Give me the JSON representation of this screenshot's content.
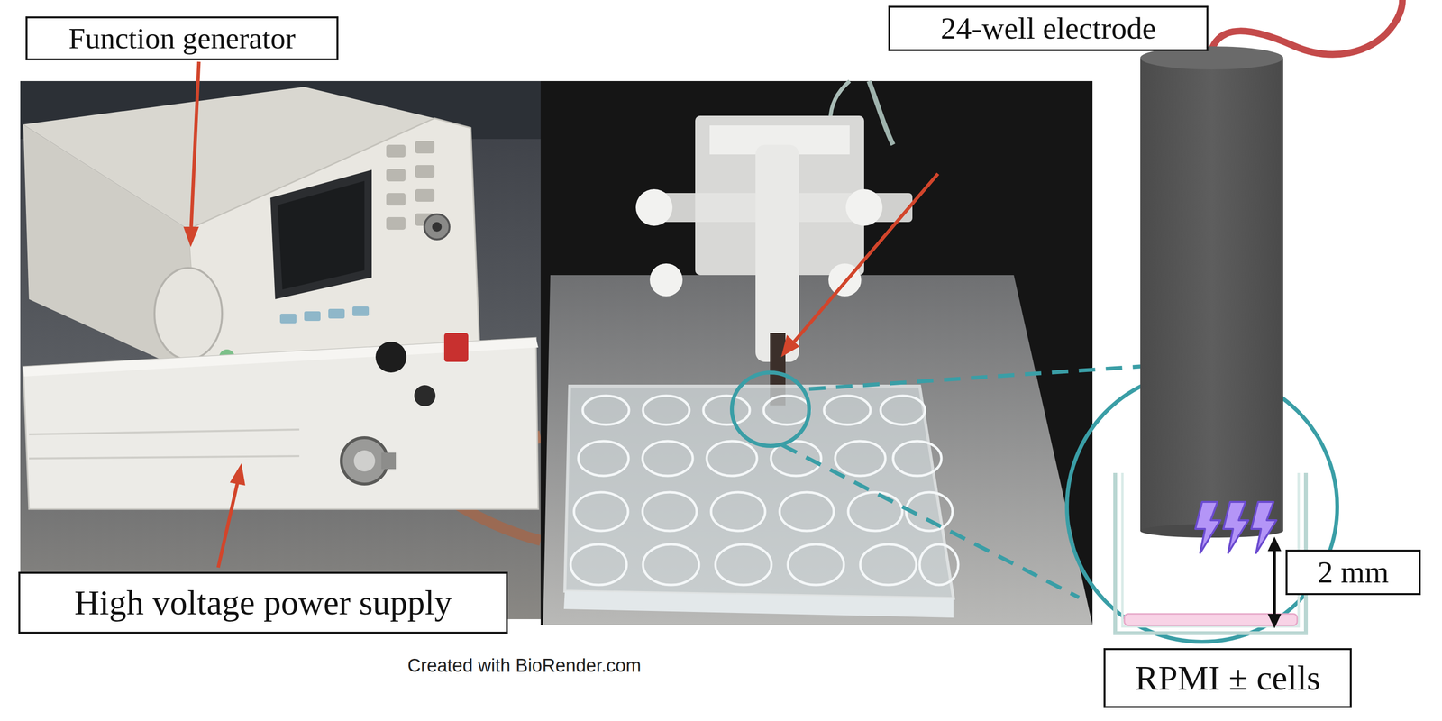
{
  "diagram": {
    "nodes": [
      {
        "text": [
          "Function generator"
        ]
      },
      {
        "text": [
          "High voltage power supply"
        ]
      },
      {
        "text": [
          "24-well electrode"
        ]
      },
      {
        "text": [
          "2 mm"
        ]
      },
      {
        "text": [
          "RPMI ± cells"
        ]
      }
    ],
    "labels": [
      "Created with BioRender.com"
    ]
  }
}
